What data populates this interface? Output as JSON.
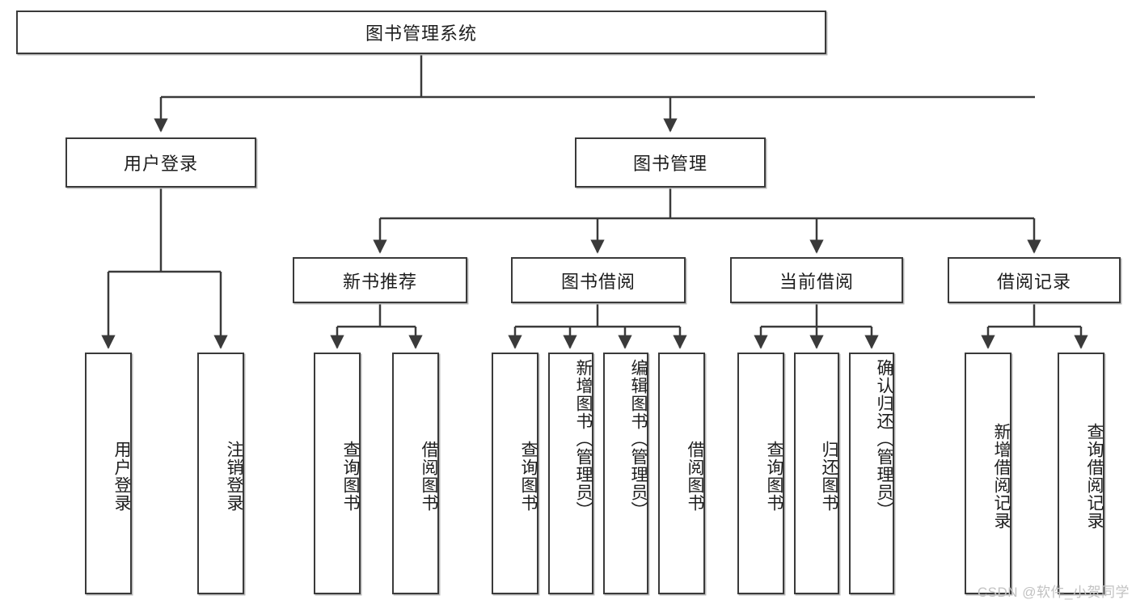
{
  "diagram": {
    "title": "图书管理系统",
    "type": "tree",
    "watermark": "CSDN @软件_小贺同学",
    "colors": {
      "border": "#3a3a3a",
      "background": "#ffffff",
      "text": "#1d1d1d",
      "edge": "#3a3a3a",
      "watermark": "#c2c2c2"
    },
    "nodes": {
      "root": {
        "label": "图书管理系统"
      },
      "level2": [
        {
          "label": "用户登录"
        },
        {
          "label": "图书管理"
        }
      ],
      "level3": [
        {
          "label": "新书推荐"
        },
        {
          "label": "图书借阅"
        },
        {
          "label": "当前借阅"
        },
        {
          "label": "借阅记录"
        }
      ],
      "leaves": [
        {
          "label": "用户登录",
          "parent": "用户登录"
        },
        {
          "label": "注销登录",
          "parent": "用户登录"
        },
        {
          "label": "查询图书",
          "parent": "新书推荐"
        },
        {
          "label": "借阅图书",
          "parent": "新书推荐"
        },
        {
          "label": "查询图书",
          "parent": "图书借阅"
        },
        {
          "label": "新增图书（管理员）",
          "parent": "图书借阅"
        },
        {
          "label": "编辑图书（管理员）",
          "parent": "图书借阅"
        },
        {
          "label": "借阅图书",
          "parent": "图书借阅"
        },
        {
          "label": "查询图书",
          "parent": "当前借阅"
        },
        {
          "label": "归还图书",
          "parent": "当前借阅"
        },
        {
          "label": "确认归还（管理员）",
          "parent": "当前借阅"
        },
        {
          "label": "新增借阅记录",
          "parent": "借阅记录"
        },
        {
          "label": "查询借阅记录",
          "parent": "借阅记录"
        }
      ]
    }
  }
}
